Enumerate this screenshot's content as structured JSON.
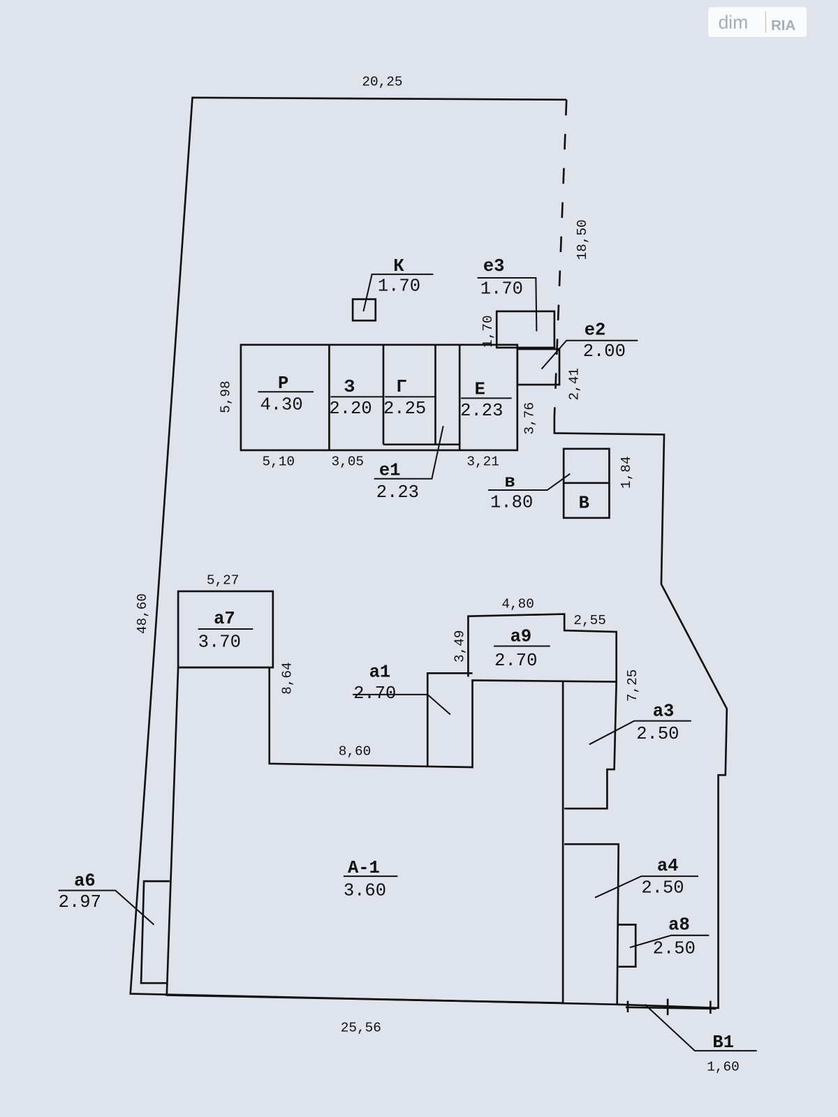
{
  "watermark": {
    "brand": "dim",
    "sub": "RIA"
  },
  "dimensions": {
    "top": "20,25",
    "right_dashed": "18,50",
    "left": "48,60",
    "bottom": "25,56",
    "p_height": "5,98",
    "p_width": "5,10",
    "z_width": "3,05",
    "e_width": "3,21",
    "e_height": "3,76",
    "e3_height": "1,70",
    "e2_height": "2,41",
    "v_height": "1,84",
    "a7_width": "5,27",
    "a7_height": "8,64",
    "notch_width": "8,60",
    "a9_width": "4,80",
    "a9_step": "2,55",
    "a9_height": "3,49",
    "a3_height": "7,25",
    "v1_width": "1,60"
  },
  "buildings": {
    "k": {
      "label": "К",
      "height": "1.70"
    },
    "e3": {
      "label": "е3",
      "height": "1.70"
    },
    "e2": {
      "label": "е2",
      "height": "2.00"
    },
    "p": {
      "label": "Р",
      "height": "4.30"
    },
    "z": {
      "label": "З",
      "height": "2.20"
    },
    "g": {
      "label": "Г",
      "height": "2.25"
    },
    "e": {
      "label": "Е",
      "height": "2.23"
    },
    "e1": {
      "label": "е1",
      "height": "2.23"
    },
    "v_small": {
      "label": "в",
      "height": "1.80"
    },
    "v": {
      "label": "В"
    },
    "a7": {
      "label": "а7",
      "height": "3.70"
    },
    "a1": {
      "label": "а1",
      "height": "2.70"
    },
    "a9": {
      "label": "а9",
      "height": "2.70"
    },
    "a3": {
      "label": "а3",
      "height": "2.50"
    },
    "a_main": {
      "label": "А-1",
      "height": "3.60"
    },
    "a6": {
      "label": "а6",
      "height": "2.97"
    },
    "a4": {
      "label": "а4",
      "height": "2.50"
    },
    "a8": {
      "label": "а8",
      "height": "2.50"
    },
    "v1": {
      "label": "В1"
    }
  }
}
